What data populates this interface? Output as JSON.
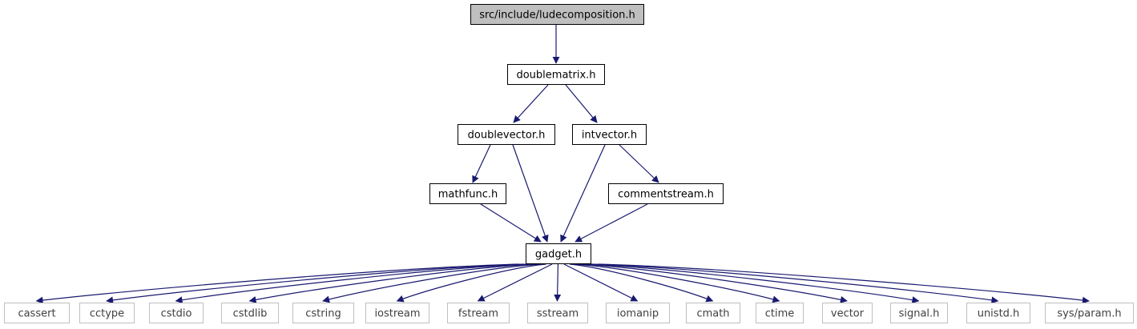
{
  "colors": {
    "edge": "#191970",
    "root_fill": "#bfbfbf",
    "node_border": "#000000",
    "system_border": "#bfbfbf",
    "system_text": "#404040"
  },
  "nodes": {
    "root": "src/include/ludecomposition.h",
    "doublematrix": "doublematrix.h",
    "doublevector": "doublevector.h",
    "intvector": "intvector.h",
    "mathfunc": "mathfunc.h",
    "commentstream": "commentstream.h",
    "gadget": "gadget.h",
    "cassert": "cassert",
    "cctype": "cctype",
    "cstdio": "cstdio",
    "cstdlib": "cstdlib",
    "cstring": "cstring",
    "iostream": "iostream",
    "fstream": "fstream",
    "sstream": "sstream",
    "iomanip": "iomanip",
    "cmath": "cmath",
    "ctime": "ctime",
    "vector": "vector",
    "signal": "signal.h",
    "unistd": "unistd.h",
    "sysparam": "sys/param.h"
  },
  "edges": [
    [
      "root",
      "doublematrix"
    ],
    [
      "doublematrix",
      "doublevector"
    ],
    [
      "doublematrix",
      "intvector"
    ],
    [
      "doublevector",
      "mathfunc"
    ],
    [
      "doublevector",
      "gadget"
    ],
    [
      "intvector",
      "gadget"
    ],
    [
      "intvector",
      "commentstream"
    ],
    [
      "mathfunc",
      "gadget"
    ],
    [
      "commentstream",
      "gadget"
    ],
    [
      "gadget",
      "cassert"
    ],
    [
      "gadget",
      "cctype"
    ],
    [
      "gadget",
      "cstdio"
    ],
    [
      "gadget",
      "cstdlib"
    ],
    [
      "gadget",
      "cstring"
    ],
    [
      "gadget",
      "iostream"
    ],
    [
      "gadget",
      "fstream"
    ],
    [
      "gadget",
      "sstream"
    ],
    [
      "gadget",
      "iomanip"
    ],
    [
      "gadget",
      "cmath"
    ],
    [
      "gadget",
      "ctime"
    ],
    [
      "gadget",
      "vector"
    ],
    [
      "gadget",
      "signal"
    ],
    [
      "gadget",
      "unistd"
    ],
    [
      "gadget",
      "sysparam"
    ]
  ]
}
